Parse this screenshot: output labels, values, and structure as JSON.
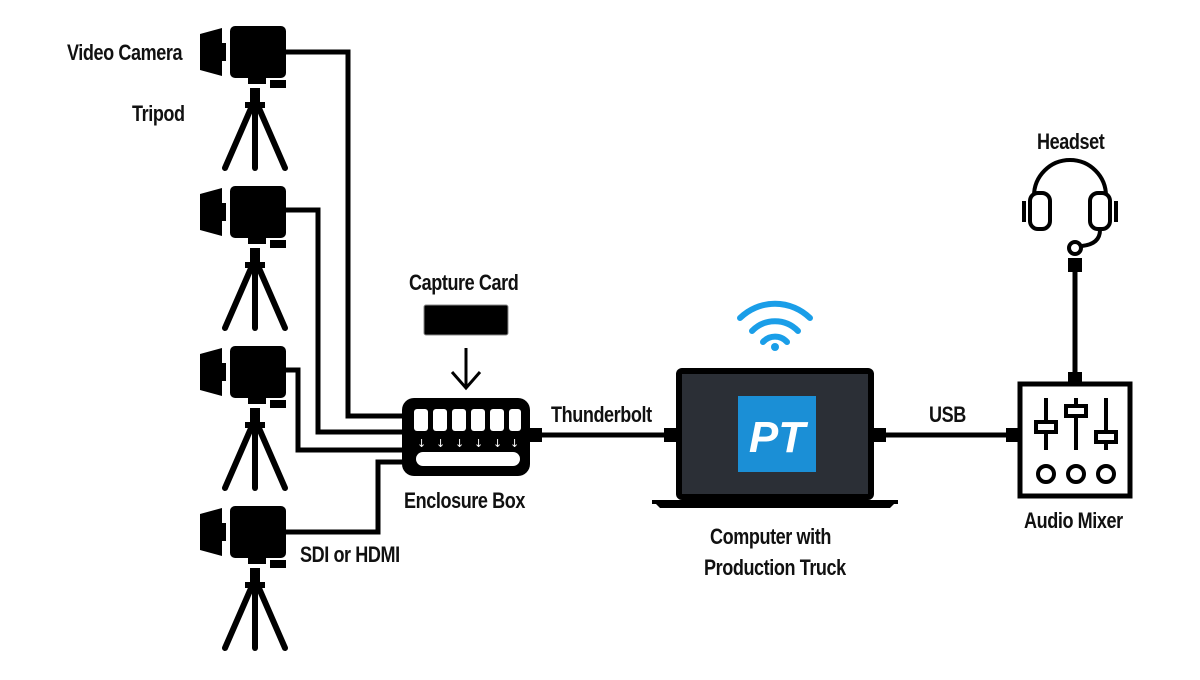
{
  "labels": {
    "video_camera": "Video Camera",
    "tripod": "Tripod",
    "capture_card": "Capture Card",
    "enclosure_box": "Enclosure Box",
    "sdi_or_hdmi": "SDI or HDMI",
    "thunderbolt": "Thunderbolt",
    "computer_line1": "Computer with",
    "computer_line2": "Production Truck",
    "usb": "USB",
    "headset": "Headset",
    "audio_mixer": "Audio Mixer"
  },
  "logo": {
    "text": "PT"
  },
  "icons": [
    "camera-icon",
    "tripod-icon",
    "capture-card-icon",
    "enclosure-box-icon",
    "laptop-icon",
    "wifi-icon",
    "headset-icon",
    "audio-mixer-icon"
  ],
  "colors": {
    "ink": "#000000",
    "wifi": "#1a9ee8",
    "logo_bg": "#1b8fd6",
    "screen": "#2b2f36"
  }
}
